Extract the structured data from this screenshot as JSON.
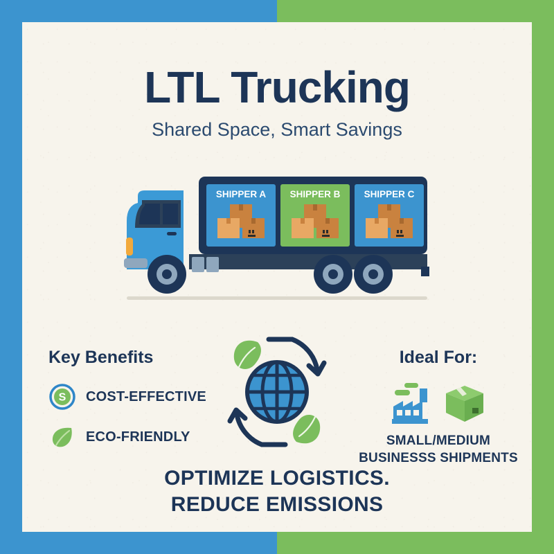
{
  "colors": {
    "blue": "#3c94cf",
    "green": "#7bbd5d",
    "navy": "#1d3557",
    "paper": "#f7f4ec",
    "box_light": "#e8a864",
    "box_mid": "#c9823f",
    "box_dark": "#b5702f",
    "cab_blue": "#3b9ad6",
    "chassis": "#2c4159",
    "tire": "#1d3557",
    "hub": "#8fa7bd",
    "amber": "#f2a93b"
  },
  "header": {
    "title": "LTL Trucking",
    "subtitle": "Shared Space, Smart Savings"
  },
  "truck": {
    "compartments": [
      {
        "label": "SHIPPER A",
        "color": "#3c94cf"
      },
      {
        "label": "SHIPPER B",
        "color": "#7bbd5d"
      },
      {
        "label": "SHIPPER C",
        "color": "#3c94cf"
      }
    ]
  },
  "benefits": {
    "heading": "Key Benefits",
    "items": [
      {
        "label": "COST-EFFECTIVE",
        "icon": "dollar-coin-icon"
      },
      {
        "label": "ECO-FRIENDLY",
        "icon": "leaf-icon"
      }
    ]
  },
  "center_graphic": {
    "icon": "globe-recycle-icon",
    "elements": [
      "globe",
      "arrow-top-right",
      "arrow-bottom-left",
      "leaf-top-left",
      "leaf-bottom-right"
    ]
  },
  "ideal_for": {
    "heading": "Ideal For:",
    "icons": [
      "factory-icon",
      "package-box-icon"
    ],
    "text_line_1": "SMALL/MEDIUM",
    "text_line_2": "BUSINESSS SHIPMENTS"
  },
  "footer": {
    "line_1": "OPTIMIZE LOGISTICS.",
    "line_2": "REDUCE EMISSIONS"
  }
}
